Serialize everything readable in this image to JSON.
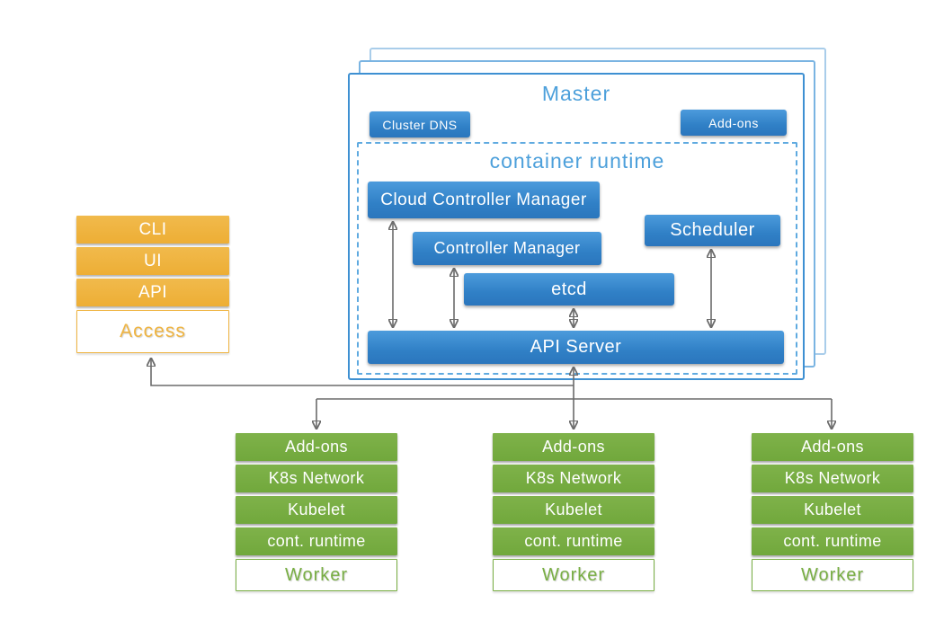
{
  "access_stack": {
    "items": [
      "CLI",
      "UI",
      "API"
    ],
    "label": "Access"
  },
  "master": {
    "title": "Master",
    "cluster_dns_label": "Cluster DNS",
    "addons_label": "Add-ons",
    "container_runtime": {
      "label": "container runtime",
      "components": {
        "cloud_controller_manager": "Cloud Controller Manager",
        "controller_manager": "Controller Manager",
        "scheduler": "Scheduler",
        "etcd": "etcd",
        "api_server": "API Server"
      }
    }
  },
  "workers": [
    {
      "rows": [
        "Add-ons",
        "K8s Network",
        "Kubelet",
        "cont. runtime"
      ],
      "label": "Worker"
    },
    {
      "rows": [
        "Add-ons",
        "K8s Network",
        "Kubelet",
        "cont. runtime"
      ],
      "label": "Worker"
    },
    {
      "rows": [
        "Add-ons",
        "K8s Network",
        "Kubelet",
        "cont. runtime"
      ],
      "label": "Worker"
    }
  ],
  "colors": {
    "component_blue": "#3080C6",
    "accent_light_blue": "#4DA0DB",
    "master_border_blue": "#3E90D2",
    "dashed_border_blue": "#5FAAE0",
    "access_orange": "#EFB441",
    "worker_green": "#78AE43",
    "connector_gray": "#6B6B6B"
  }
}
